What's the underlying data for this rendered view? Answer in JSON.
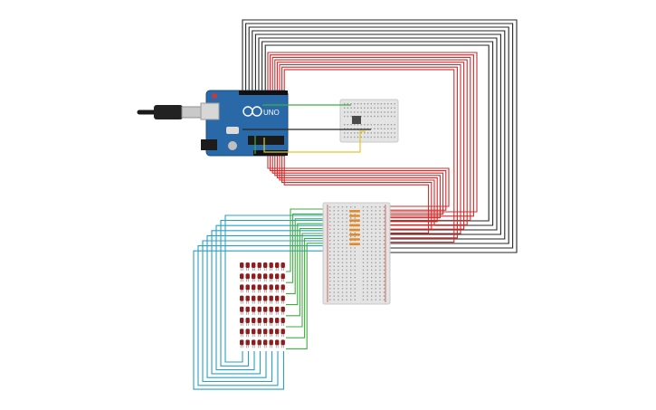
{
  "circuit": {
    "board_label": "UNO",
    "colors": {
      "wire_black": "#262626",
      "wire_red": "#d42a2a",
      "wire_teal": "#2a9fc4",
      "wire_green": "#3fae3f",
      "wire_yellow": "#e3c72b",
      "board_blue": "#2a69a8",
      "led_red": "#8f1d1d",
      "breadboard": "#e4e4e4"
    },
    "led_matrix": {
      "rows": 8,
      "cols": 8
    },
    "wire_groups": {
      "black_loops": 8,
      "red_loops": 8,
      "teal_loops": 8,
      "green_loops": 8
    },
    "resistor_count": 8
  }
}
